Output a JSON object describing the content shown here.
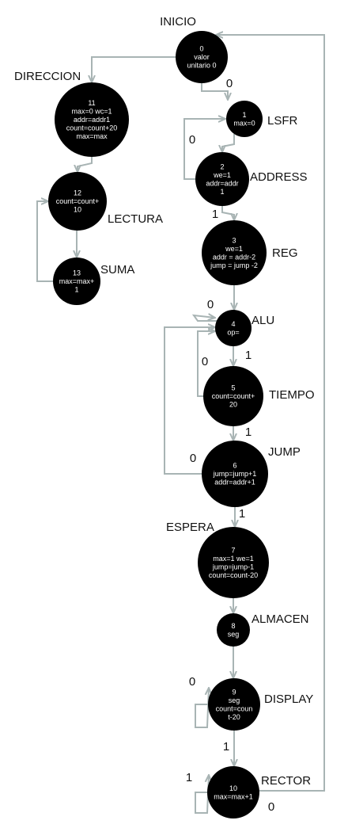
{
  "colors": {
    "node": "#000000",
    "node_text": "#ffffff",
    "edge": "#a8b4b4",
    "label": "#111111"
  },
  "states": [
    {
      "id": "s0",
      "name": "INICIO",
      "lines": [
        "0",
        "valor",
        "unitario 0"
      ]
    },
    {
      "id": "s1",
      "name": "LSFR",
      "lines": [
        "1",
        "max=0"
      ]
    },
    {
      "id": "s2",
      "name": "ADDRESS",
      "lines": [
        "2",
        "we=1",
        "addr=addr",
        "1"
      ]
    },
    {
      "id": "s3",
      "name": "REG",
      "lines": [
        "3",
        "we=1",
        "addr = addr-2",
        "jump = jump -2"
      ]
    },
    {
      "id": "s4",
      "name": "ALU",
      "lines": [
        "4",
        "op="
      ]
    },
    {
      "id": "s5",
      "name": "TIEMPO",
      "lines": [
        "5",
        "count=count+",
        "20"
      ]
    },
    {
      "id": "s6",
      "name": "JUMP",
      "lines": [
        "6",
        "jump=jump+1",
        "addr=addr+1"
      ]
    },
    {
      "id": "s7",
      "name": "ESPERA",
      "lines": [
        "7",
        "max=1 we=1",
        "jump=jump-1",
        "count=count-20"
      ]
    },
    {
      "id": "s8",
      "name": "ALMACEN",
      "lines": [
        "8",
        "seg"
      ]
    },
    {
      "id": "s9",
      "name": "DISPLAY",
      "lines": [
        "9",
        "seg",
        "count=coun",
        "t-20"
      ]
    },
    {
      "id": "s10",
      "name": "RECTOR",
      "lines": [
        "10",
        "max=max+1"
      ]
    },
    {
      "id": "s11",
      "name": "DIRECCION",
      "lines": [
        "11",
        "max=0 wc=1",
        "addr=addr1",
        "count=count+20",
        "max=max"
      ]
    },
    {
      "id": "s12",
      "name": "LECTURA",
      "lines": [
        "12",
        "count=count+",
        "10"
      ]
    },
    {
      "id": "s13",
      "name": "SUMA",
      "lines": [
        "13",
        "max=max+",
        "1"
      ]
    }
  ],
  "transitions": [
    {
      "id": "e0",
      "from": "s0",
      "to": "s1",
      "label": "0"
    },
    {
      "id": "e1",
      "from": "s2",
      "to": "s1",
      "label": "0"
    },
    {
      "id": "e2",
      "from": "s1",
      "to": "s2",
      "label": ""
    },
    {
      "id": "e3",
      "from": "s2",
      "to": "s3",
      "label": "1"
    },
    {
      "id": "e4",
      "from": "s3",
      "to": "s4",
      "label": ""
    },
    {
      "id": "e5",
      "from": "s4",
      "to": "s4",
      "label": "0"
    },
    {
      "id": "e6",
      "from": "s5",
      "to": "s4",
      "label": "0"
    },
    {
      "id": "e7",
      "from": "s4",
      "to": "s5",
      "label": "1"
    },
    {
      "id": "e8",
      "from": "s6",
      "to": "s4",
      "label": "0"
    },
    {
      "id": "e9",
      "from": "s5",
      "to": "s6",
      "label": "1"
    },
    {
      "id": "e10",
      "from": "s6",
      "to": "s7",
      "label": "1"
    },
    {
      "id": "e11",
      "from": "s7",
      "to": "s8",
      "label": ""
    },
    {
      "id": "e12",
      "from": "s8",
      "to": "s9",
      "label": ""
    },
    {
      "id": "e13",
      "from": "s9",
      "to": "s9",
      "label": "0"
    },
    {
      "id": "e14",
      "from": "s9",
      "to": "s10",
      "label": "1"
    },
    {
      "id": "e15",
      "from": "s10",
      "to": "s10",
      "label": "1"
    },
    {
      "id": "e16",
      "from": "s10",
      "to": "s0",
      "label": "0"
    },
    {
      "id": "e17",
      "from": "s0",
      "to": "s11",
      "label": ""
    },
    {
      "id": "e18",
      "from": "s11",
      "to": "s12",
      "label": ""
    },
    {
      "id": "e19",
      "from": "s12",
      "to": "s13",
      "label": ""
    },
    {
      "id": "e20",
      "from": "s13",
      "to": "s12",
      "label": ""
    }
  ]
}
